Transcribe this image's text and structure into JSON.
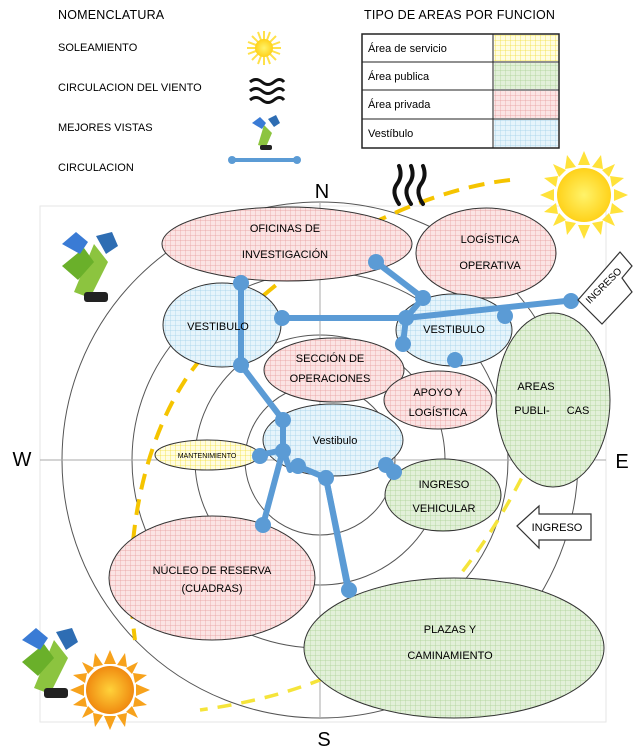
{
  "legend": {
    "title": "NOMENCLATURA",
    "items": [
      {
        "label": "SOLEAMIENTO",
        "icon": "sun-icon"
      },
      {
        "label": "CIRCULACION DEL VIENTO",
        "icon": "wind-icon"
      },
      {
        "label": "MEJORES VISTAS",
        "icon": "thumbs-up-icon"
      },
      {
        "label": "CIRCULACION",
        "icon": "circulation-line-icon",
        "color": "#5b9bd5"
      }
    ]
  },
  "area_types": {
    "title": "TIPO DE AREAS POR FUNCION",
    "items": [
      {
        "label": "Área de servicio",
        "color": "#fff27a"
      },
      {
        "label": "Área publica",
        "color": "#c6e0b4"
      },
      {
        "label": "Área privada",
        "color": "#f4b6b6"
      },
      {
        "label": "Vestíbulo",
        "color": "#bfe3f2"
      }
    ]
  },
  "cardinals": {
    "north": "N",
    "south": "S",
    "east": "E",
    "west": "W"
  },
  "areas": {
    "oficinas": [
      "OFICINAS DE",
      "INVESTIGACIÓN"
    ],
    "logistica_operativa": [
      "LOGÍSTICA",
      "OPERATIVA"
    ],
    "vestibulo_left": "VESTIBULO",
    "vestibulo_right": "VESTIBULO",
    "seccion_operaciones": [
      "SECCIÓN DE",
      "OPERACIONES"
    ],
    "apoyo_logistica": [
      "APOYO Y",
      "LOGÍSTICA"
    ],
    "areas_publicas": [
      "AREAS",
      "PUBLI-",
      "CAS"
    ],
    "mantenimiento": "MANTENIMIENTO",
    "vestibulo_center": "Vestibulo",
    "ingreso_vehicular": [
      "INGRESO",
      "VEHICULAR"
    ],
    "nucleo_reserva": [
      "NÚCLEO DE RESERVA",
      "(CUADRAS)"
    ],
    "plazas": [
      "PLAZAS Y",
      "CAMINAMIENTO"
    ]
  },
  "entrances": {
    "top": "INGRESO",
    "bottom": "INGRESO"
  }
}
